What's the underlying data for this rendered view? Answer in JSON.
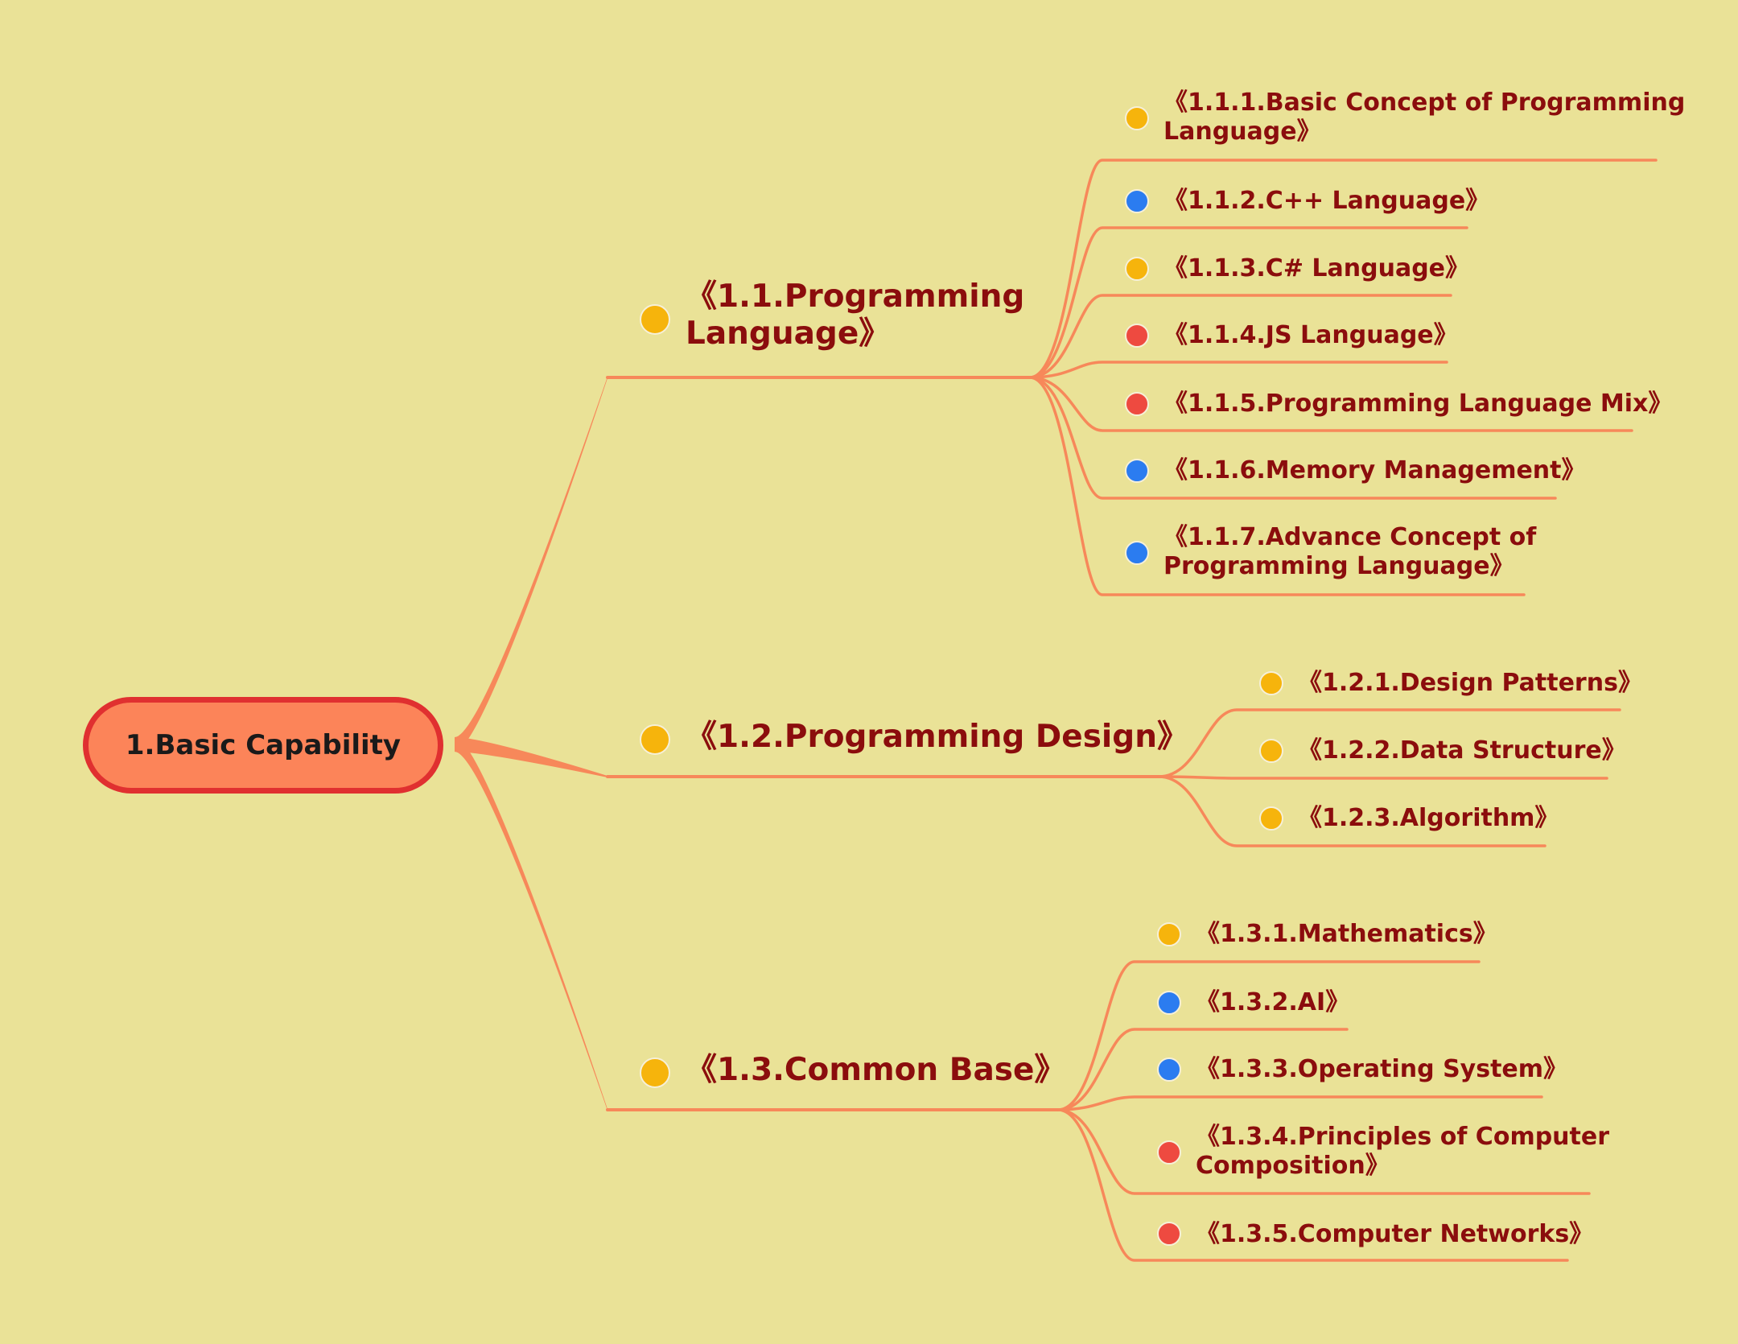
{
  "colors": {
    "background": "#eae297",
    "branch_line": "#f7885a",
    "root_fill": "#fc8459",
    "root_border": "#e03030",
    "label_text": "#8b0d0d",
    "dot_yellow": "#f6b40c",
    "dot_blue": "#2b7cf0",
    "dot_red": "#ee4a40"
  },
  "root": {
    "label": "1.Basic Capability"
  },
  "branches": [
    {
      "label": "《1.1.Programming\nLanguage》",
      "dot": "yellow",
      "children": [
        {
          "label": "《1.1.1.Basic Concept of Programming\nLanguage》",
          "dot": "yellow"
        },
        {
          "label": "《1.1.2.C++ Language》",
          "dot": "blue"
        },
        {
          "label": "《1.1.3.C# Language》",
          "dot": "yellow"
        },
        {
          "label": "《1.1.4.JS Language》",
          "dot": "red"
        },
        {
          "label": "《1.1.5.Programming Language Mix》",
          "dot": "red"
        },
        {
          "label": "《1.1.6.Memory Management》",
          "dot": "blue"
        },
        {
          "label": "《1.1.7.Advance Concept of\nProgramming Language》",
          "dot": "blue"
        }
      ]
    },
    {
      "label": "《1.2.Programming Design》",
      "dot": "yellow",
      "children": [
        {
          "label": "《1.2.1.Design Patterns》",
          "dot": "yellow"
        },
        {
          "label": "《1.2.2.Data Structure》",
          "dot": "yellow"
        },
        {
          "label": "《1.2.3.Algorithm》",
          "dot": "yellow"
        }
      ]
    },
    {
      "label": "《1.3.Common Base》",
      "dot": "yellow",
      "children": [
        {
          "label": "《1.3.1.Mathematics》",
          "dot": "yellow"
        },
        {
          "label": "《1.3.2.AI》",
          "dot": "blue"
        },
        {
          "label": "《1.3.3.Operating System》",
          "dot": "blue"
        },
        {
          "label": "《1.3.4.Principles of Computer\nComposition》",
          "dot": "red"
        },
        {
          "label": "《1.3.5.Computer Networks》",
          "dot": "red"
        }
      ]
    }
  ]
}
